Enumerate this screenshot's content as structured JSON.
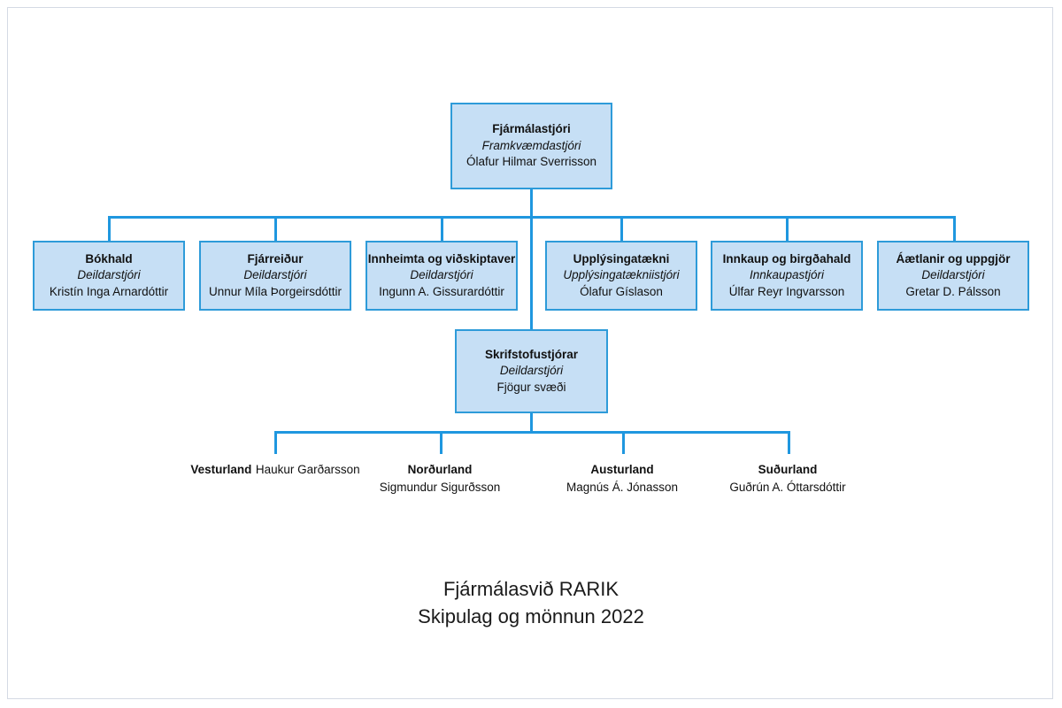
{
  "chart_data": {
    "type": "diagram",
    "diagram_kind": "organizational-chart",
    "title": "Fjármálasvið RARIK",
    "subtitle": "Skipulag og mönnun 2022",
    "levels": 4,
    "accent_color": "#1f97df",
    "node_fill_color": "#c6dff5",
    "node_border_color": "#2e9bd9",
    "page_border_color": "#d4dae4",
    "background_color": "#ffffff"
  },
  "caption": {
    "line1": "Fjármálasvið RARIK",
    "line2": "Skipulag og mönnun 2022"
  },
  "root": {
    "title": "Fjármálastjóri",
    "role": "Framkvæmdastjóri",
    "person": "Ólafur Hilmar Sverrisson"
  },
  "departments": [
    {
      "title": "Bókhald",
      "role": "Deildarstjóri",
      "person": "Kristín Inga Arnardóttir"
    },
    {
      "title": "Fjárreiður",
      "role": "Deildarstjóri",
      "person": "Unnur Míla Þorgeirsdóttir"
    },
    {
      "title": "Innheimta og viðskiptaver",
      "role": "Deildarstjóri",
      "person": "Ingunn A. Gissurardóttir"
    },
    {
      "title": "Upplýsingatækni",
      "role": "Upplýsingatækniistjóri",
      "person": "Ólafur Gíslason"
    },
    {
      "title": "Innkaup og birgðahald",
      "role": "Innkaupastjóri",
      "person": "Úlfar Reyr Ingvarsson"
    },
    {
      "title": "Áætlanir og uppgjör",
      "role": "Deildarstjóri",
      "person": "Gretar D. Pálsson"
    }
  ],
  "offices": {
    "title": "Skrifstofustjórar",
    "role": "Deildarstjóri",
    "person": "Fjögur svæði"
  },
  "regions": [
    {
      "title": "Vesturland",
      "person": "Haukur Garðarsson"
    },
    {
      "title": "Norðurland",
      "person": "Sigmundur Sigurðsson"
    },
    {
      "title": "Austurland",
      "person": "Magnús Á. Jónasson"
    },
    {
      "title": "Suðurland",
      "person": "Guðrún A. Óttarsdóttir"
    }
  ]
}
